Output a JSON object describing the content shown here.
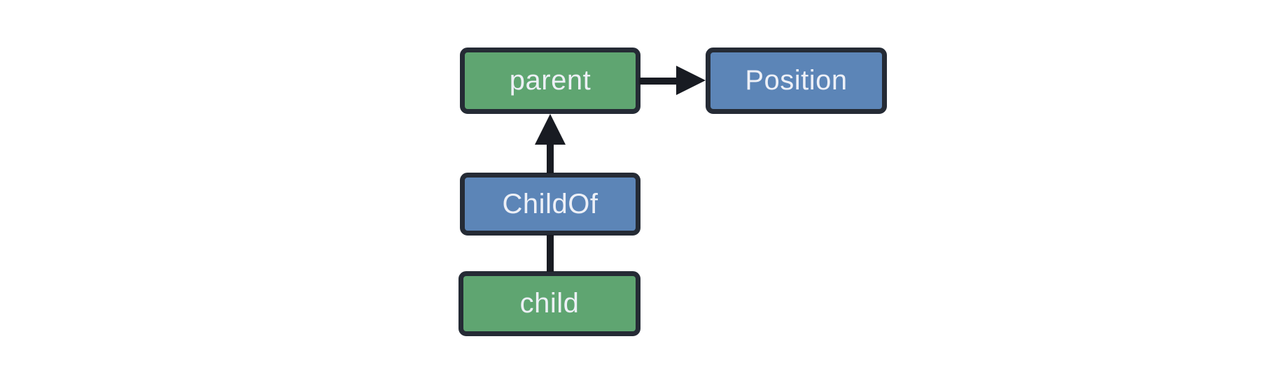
{
  "diagram": {
    "background": "#ffffff",
    "colors": {
      "entity_fill": "#5fa571",
      "component_fill": "#5c85b7",
      "border": "#252b35",
      "arrow": "#181b22",
      "text": "#edf0f7",
      "background": "#ffffff"
    },
    "nodes": [
      {
        "id": "parent",
        "label": "parent",
        "fill": "green"
      },
      {
        "id": "Position",
        "label": "Position",
        "fill": "blue"
      },
      {
        "id": "ChildOf",
        "label": "ChildOf",
        "fill": "blue"
      },
      {
        "id": "child",
        "label": "child",
        "fill": "green"
      }
    ],
    "edges": [
      {
        "from": "parent",
        "to": "Position",
        "direction": "right",
        "head": "triangle"
      },
      {
        "from": "ChildOf",
        "to": "parent",
        "direction": "up",
        "head": "triangle"
      },
      {
        "from": "child",
        "to": "ChildOf",
        "direction": "up",
        "head": "none"
      }
    ]
  }
}
